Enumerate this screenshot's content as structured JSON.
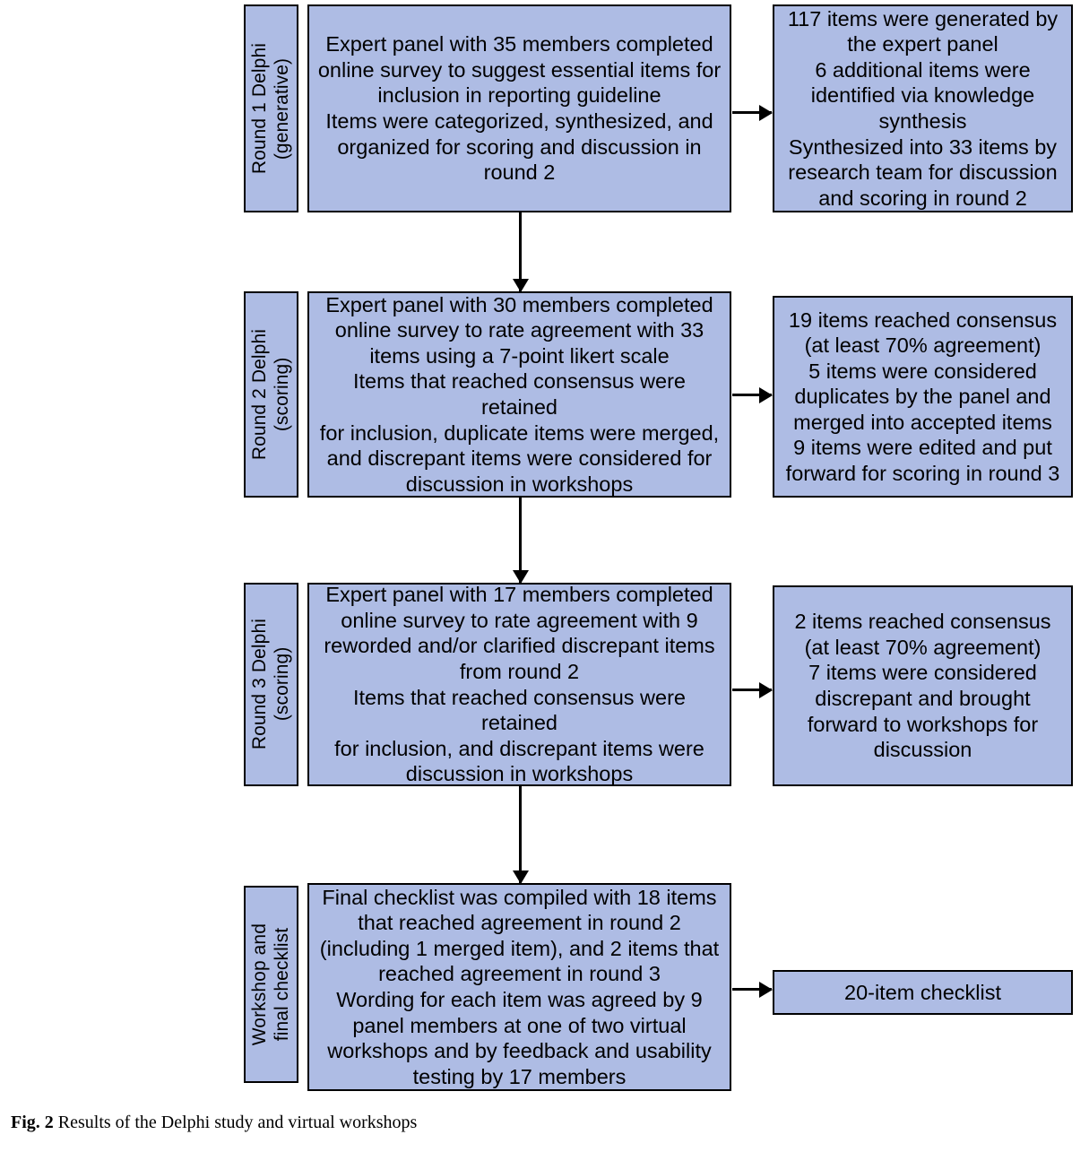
{
  "figure": {
    "caption_prefix": "Fig. 2",
    "caption_text": " Results of the Delphi study and virtual workshops",
    "box_fill_color": "#aebce4",
    "box_border_color": "#000000",
    "background_color": "#ffffff"
  },
  "rows": [
    {
      "id": "round-1",
      "stage_label": "Round 1 Delphi\n(generative)",
      "process": "Expert panel with 35 members completed\nonline survey to suggest essential items for\ninclusion in reporting guideline\nItems were categorized, synthesized, and\norganized for scoring and discussion in\nround 2",
      "result": "117 items were generated by\nthe expert panel\n6 additional items were\nidentified via knowledge\nsynthesis\nSynthesized into 33 items by\nresearch team for discussion\nand scoring in round 2"
    },
    {
      "id": "round-2",
      "stage_label": "Round 2 Delphi\n(scoring)",
      "process": "Expert panel with 30 members completed\nonline survey to rate agreement with 33\nitems using a 7-point likert scale\nItems that reached consensus were retained\nfor inclusion, duplicate items were merged,\nand discrepant items were considered for\ndiscussion in workshops",
      "result": "19 items reached consensus\n(at least 70% agreement)\n5 items were considered\nduplicates by the panel and\nmerged into accepted items\n9 items were edited and put\nforward for scoring in round 3"
    },
    {
      "id": "round-3",
      "stage_label": "Round 3 Delphi\n(scoring)",
      "process": "Expert panel with 17 members completed\nonline survey to rate agreement with 9\nreworded and/or clarified discrepant items\nfrom round 2\nItems that reached consensus were retained\nfor inclusion, and discrepant items were\ndiscussion in workshops",
      "result": "2 items reached consensus\n(at least 70% agreement)\n7 items were considered\ndiscrepant and brought\nforward to workshops for\ndiscussion"
    },
    {
      "id": "workshop",
      "stage_label": "Workshop and\nfinal checklist",
      "process": "Final checklist was compiled with 18 items\nthat reached agreement in round 2\n(including 1 merged item), and 2 items that\nreached agreement in round 3\nWording for each item was agreed by 9\npanel members at one of two virtual\nworkshops and by feedback and usability\ntesting by 17 members",
      "result": "20-item checklist"
    }
  ]
}
